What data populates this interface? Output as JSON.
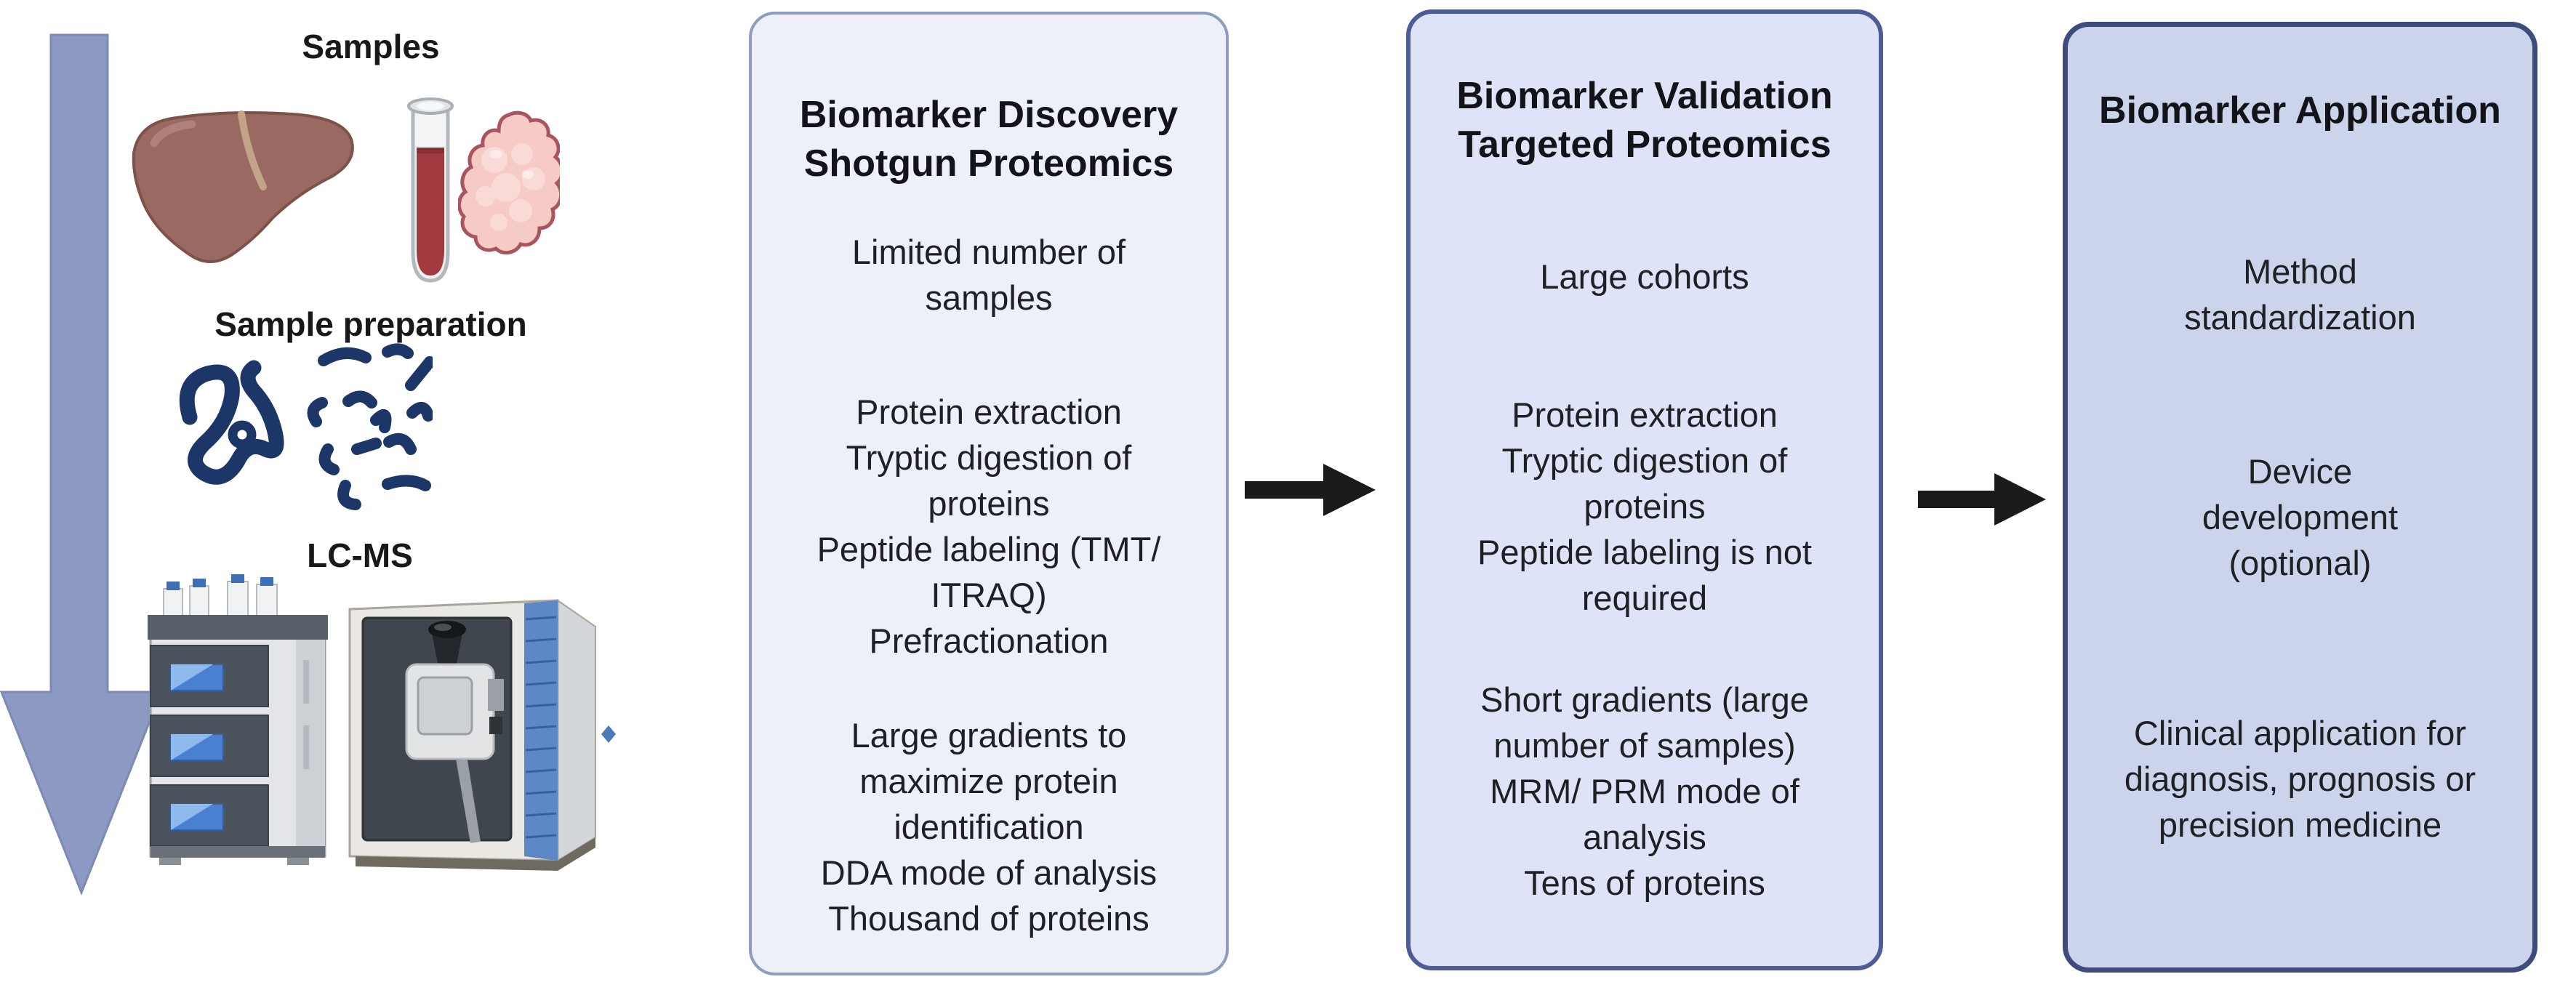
{
  "figure": {
    "left_flow": {
      "direction": "top-to-bottom",
      "steps": [
        {
          "label": "Samples",
          "icons": [
            "liver-icon",
            "blood-tube-icon",
            "tissue-icon"
          ]
        },
        {
          "label": "Sample preparation",
          "icons": [
            "folded-protein-icon",
            "peptide-fragments-icon"
          ]
        },
        {
          "label": "LC-MS",
          "icons": [
            "hplc-instrument-icon",
            "mass-spectrometer-icon"
          ]
        }
      ]
    },
    "panels": [
      {
        "title": "Biomarker Discovery\nShotgun Proteomics",
        "items": [
          "Limited number of\nsamples",
          "Protein extraction\nTryptic digestion of\nproteins\nPeptide labeling (TMT/\nITRAQ)\nPrefractionation",
          "Large gradients to\nmaximize protein\nidentification\nDDA mode of analysis\nThousand of proteins"
        ]
      },
      {
        "title": "Biomarker Validation\nTargeted Proteomics",
        "items": [
          "Large cohorts",
          "Protein extraction\nTryptic digestion of\nproteins\nPeptide labeling is not\nrequired",
          "Short gradients (large\nnumber of samples)\nMRM/ PRM mode of\nanalysis\nTens of proteins"
        ]
      },
      {
        "title": "Biomarker Application",
        "items": [
          "Method\nstandardization",
          "Device\ndevelopment\n(optional)",
          "Clinical application for\ndiagnosis, prognosis or\nprecision medicine"
        ]
      }
    ]
  },
  "colors": {
    "panel1_fill": "#edf0f8",
    "panel1_border": "#8d9cc0",
    "panel2_fill": "#dee3f8",
    "panel2_border": "#4d5c96",
    "panel3_fill": "#ccd4ec",
    "panel3_border": "#3d4c7c",
    "flow_arrow": "#8b99c3",
    "step_arrow": "#1a1b1d",
    "protein_navy": "#1d3668",
    "liver_brown": "#9a6a62",
    "blood_red": "#a13a3e",
    "tissue_pink": "#f6cac5",
    "screen_blue": "#4a80d2",
    "ms_strip_blue": "#5c88c8"
  }
}
